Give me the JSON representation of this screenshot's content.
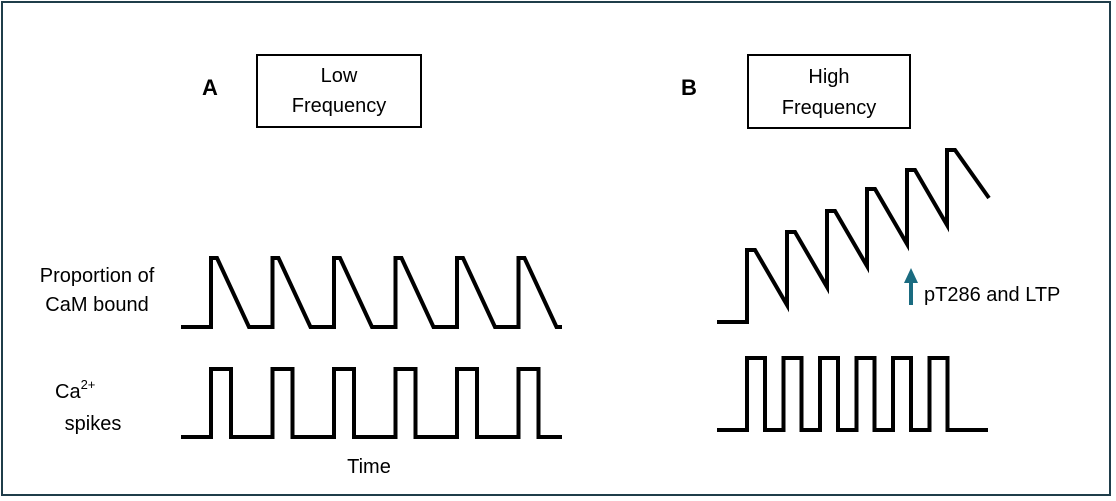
{
  "panel_a": {
    "letter": "A",
    "frequency_box": {
      "line1": "Low",
      "line2": "Frequency"
    },
    "cam_label": {
      "line1": "Proportion of",
      "line2": "CaM bound"
    },
    "ca_label": {
      "prefix": "Ca",
      "superscript": "2+",
      "line2": "spikes"
    },
    "x_label": "Time",
    "spike_count": 6
  },
  "panel_b": {
    "letter": "B",
    "frequency_box": {
      "line1": "High",
      "line2": "Frequency"
    },
    "annotation": "pT286 and LTP",
    "spike_count": 6
  },
  "colors": {
    "border": "#1f3d4a",
    "arrow": "#1a6b80",
    "trace": "#000000"
  },
  "icons": {
    "increase_arrow": "up-arrow-icon"
  }
}
